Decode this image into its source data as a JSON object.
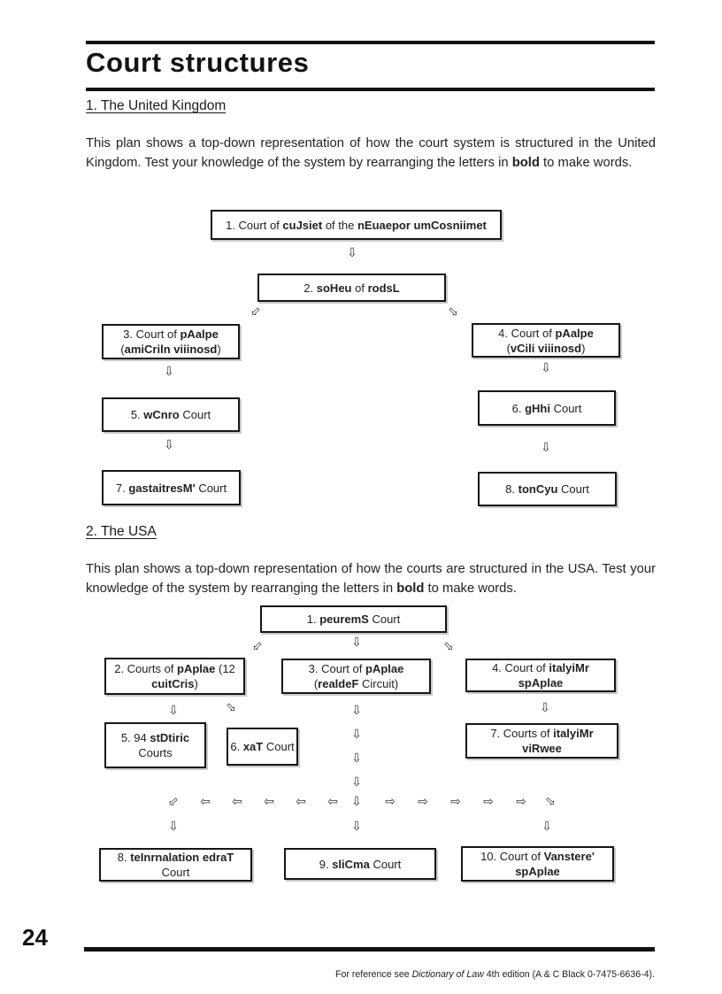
{
  "header": {
    "title": "Court structures"
  },
  "icons": {
    "down": "⇩",
    "left": "⇦",
    "right": "⇨"
  },
  "uk": {
    "heading": "1. The United Kingdom",
    "intro": [
      {
        "t": "This plan shows a top-down representation of how the court system is structured in the United Kingdom. Test your knowledge of the system by rearranging the letters in "
      },
      {
        "t": "bold",
        "b": true
      },
      {
        "t": " to make words."
      }
    ],
    "boxes": [
      {
        "lines": [
          [
            {
              "t": "1. Court of "
            },
            {
              "t": "cuJsiet",
              "b": true
            },
            {
              "t": " of the "
            },
            {
              "t": "nEuaepor umCosniimet",
              "b": true
            }
          ]
        ]
      },
      {
        "lines": [
          [
            {
              "t": "2. "
            },
            {
              "t": "soHeu",
              "b": true
            },
            {
              "t": " of "
            },
            {
              "t": "rodsL",
              "b": true
            }
          ]
        ]
      },
      {
        "lines": [
          [
            {
              "t": "3. Court of "
            },
            {
              "t": "pAalpe",
              "b": true
            }
          ],
          [
            {
              "t": "("
            },
            {
              "t": "amiCriln viiinosd",
              "b": true
            },
            {
              "t": ")"
            }
          ]
        ]
      },
      {
        "lines": [
          [
            {
              "t": "4. Court of "
            },
            {
              "t": "pAalpe",
              "b": true
            }
          ],
          [
            {
              "t": "("
            },
            {
              "t": "vCili viiinosd",
              "b": true
            },
            {
              "t": ")"
            }
          ]
        ]
      },
      {
        "lines": [
          [
            {
              "t": "5. "
            },
            {
              "t": "wCnro",
              "b": true
            },
            {
              "t": " Court"
            }
          ]
        ]
      },
      {
        "lines": [
          [
            {
              "t": "6. "
            },
            {
              "t": "gHhi",
              "b": true
            },
            {
              "t": " Court"
            }
          ]
        ]
      },
      {
        "lines": [
          [
            {
              "t": "7. "
            },
            {
              "t": "gastaitresM'",
              "b": true
            },
            {
              "t": " Court"
            }
          ]
        ]
      },
      {
        "lines": [
          [
            {
              "t": "8. "
            },
            {
              "t": "tonCyu",
              "b": true
            },
            {
              "t": " Court"
            }
          ]
        ]
      }
    ]
  },
  "usa": {
    "heading": "2. The USA",
    "intro": [
      {
        "t": "This plan shows a top-down representation of how the courts are structured in the USA. Test your knowledge of the system by rearranging the letters in "
      },
      {
        "t": "bold",
        "b": true
      },
      {
        "t": " to make words."
      }
    ],
    "boxes": [
      {
        "lines": [
          [
            {
              "t": "1. "
            },
            {
              "t": "peuremS",
              "b": true
            },
            {
              "t": " Court"
            }
          ]
        ]
      },
      {
        "lines": [
          [
            {
              "t": "2. Courts of "
            },
            {
              "t": "pAplae",
              "b": true
            },
            {
              "t": " (12"
            }
          ],
          [
            {
              "t": "cuitCris",
              "b": true
            },
            {
              "t": ")"
            }
          ]
        ]
      },
      {
        "lines": [
          [
            {
              "t": "3. Court of "
            },
            {
              "t": "pAplae",
              "b": true
            }
          ],
          [
            {
              "t": "("
            },
            {
              "t": "realdeF",
              "b": true
            },
            {
              "t": " Circuit)"
            }
          ]
        ]
      },
      {
        "lines": [
          [
            {
              "t": "4. Court of "
            },
            {
              "t": "italyiMr",
              "b": true
            }
          ],
          [
            {
              "t": "spAplae",
              "b": true
            }
          ]
        ]
      },
      {
        "lines": [
          [
            {
              "t": "5. 94 "
            },
            {
              "t": "stDtiric",
              "b": true
            }
          ],
          [
            {
              "t": "Courts"
            }
          ]
        ]
      },
      {
        "lines": [
          [
            {
              "t": "6. "
            },
            {
              "t": "xaT",
              "b": true
            },
            {
              "t": " Court"
            }
          ]
        ]
      },
      {
        "lines": [
          [
            {
              "t": "7. Courts of "
            },
            {
              "t": "italyiMr",
              "b": true
            }
          ],
          [
            {
              "t": "viRwee",
              "b": true
            }
          ]
        ]
      },
      {
        "lines": [
          [
            {
              "t": "8. "
            },
            {
              "t": "teInrnalation edraT",
              "b": true
            }
          ],
          [
            {
              "t": "Court"
            }
          ]
        ]
      },
      {
        "lines": [
          [
            {
              "t": "9. "
            },
            {
              "t": "sliCma",
              "b": true
            },
            {
              "t": " Court"
            }
          ]
        ]
      },
      {
        "lines": [
          [
            {
              "t": "10. Court of "
            },
            {
              "t": "Vanstere'",
              "b": true
            }
          ],
          [
            {
              "t": "spAplae",
              "b": true
            }
          ]
        ]
      }
    ]
  },
  "footer": {
    "page_number": "24",
    "reference": [
      {
        "t": "For reference see "
      },
      {
        "t": "Dictionary of Law",
        "i": true
      },
      {
        "t": " 4th edition  (A & C Black 0-7475-6636-4)."
      }
    ]
  }
}
